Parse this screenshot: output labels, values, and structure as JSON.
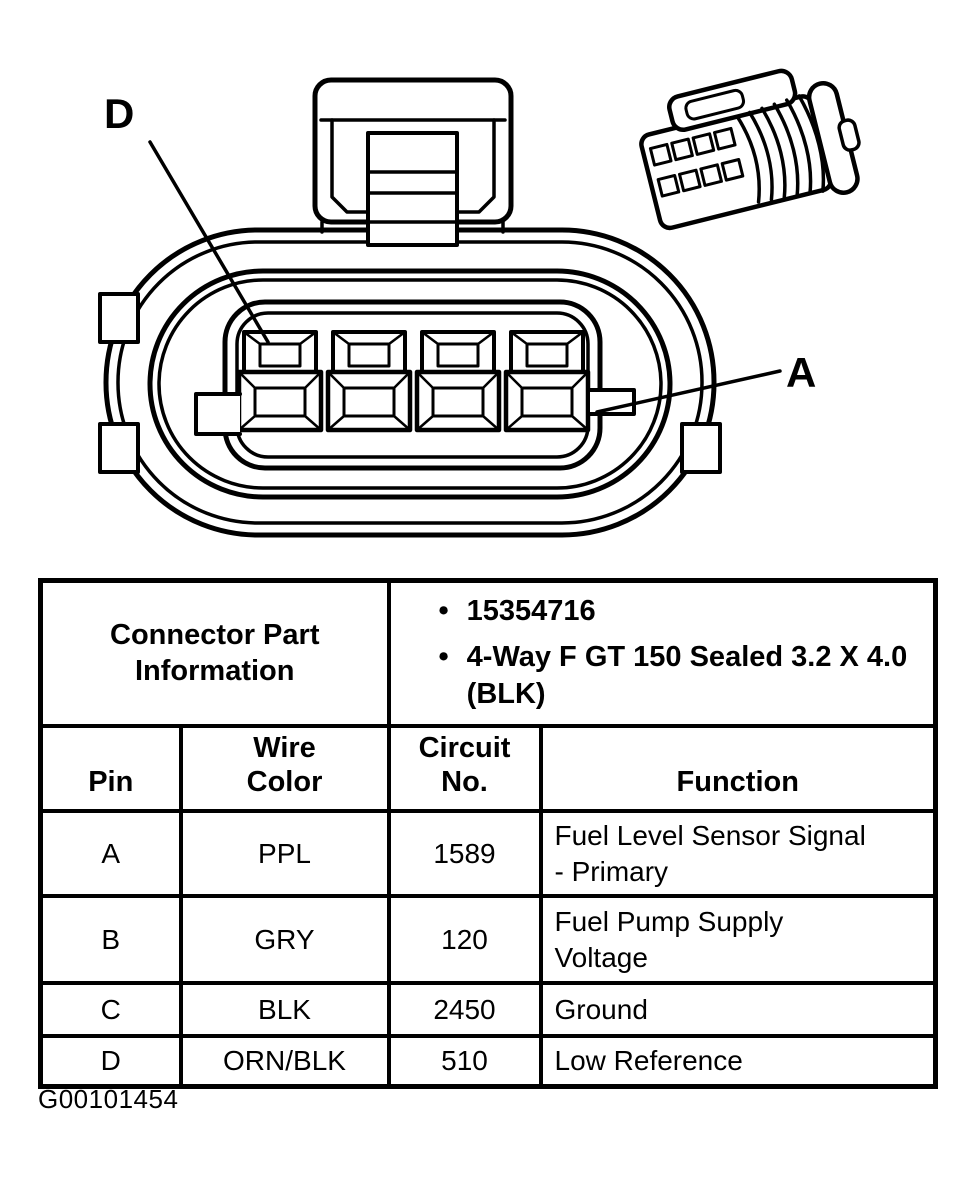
{
  "diagram": {
    "label_d": "D",
    "label_a": "A",
    "terminal_count": 4,
    "figure_id": "G00101454",
    "line_color": "#000000",
    "background_color": "#ffffff"
  },
  "table": {
    "bullet_char": "•",
    "part_info_header": "Connector Part Information",
    "part_info_items": [
      "15354716",
      "4-Way F GT 150 Sealed 3.2 X 4.0 (BLK)"
    ],
    "columns": [
      [
        "Pin"
      ],
      [
        "Wire",
        "Color"
      ],
      [
        "Circuit",
        "No."
      ],
      [
        "Function"
      ]
    ],
    "rows": [
      {
        "pin": "A",
        "wire_color": "PPL",
        "circuit_no": "1589",
        "function": "Fuel Level Sensor Signal - Primary"
      },
      {
        "pin": "B",
        "wire_color": "GRY",
        "circuit_no": "120",
        "function": "Fuel Pump Supply Voltage"
      },
      {
        "pin": "C",
        "wire_color": "BLK",
        "circuit_no": "2450",
        "function": "Ground"
      },
      {
        "pin": "D",
        "wire_color": "ORN/BLK",
        "circuit_no": "510",
        "function": "Low Reference"
      }
    ]
  }
}
